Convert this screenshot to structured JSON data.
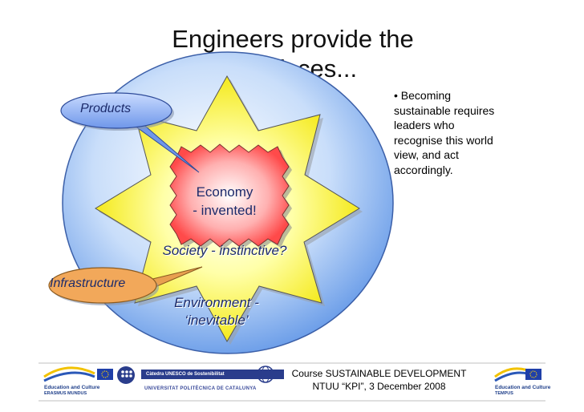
{
  "slide": {
    "title": "Engineers provide the interfaces...",
    "bullet": "• Becoming sustainable requires leaders who recognise this world view, and act accordingly.",
    "diagram": {
      "economy_line1": "Economy",
      "economy_line2": "- invented!",
      "society": "Society - instinctive?",
      "environment_line1": "Environment -",
      "environment_line2": "‘inevitable’",
      "products": "Products",
      "infrastructure": "Infrastructure"
    }
  },
  "footer": {
    "course_line1": "Course SUSTAINABLE DEVELOPMENT",
    "course_line2": "NTUU “KPI”, 3 December 2008",
    "unesco_chair": "Càtedra UNESCO de Sostenibilitat",
    "upc_name": "UNIVERSITAT POLITÈCNICA DE CATALUNYA",
    "left_logo_line1": "Education and Culture",
    "left_logo_line2": "ERASMUS MUNDUS",
    "right_logo_line1": "Education and Culture",
    "right_logo_line2": "TEMPUS"
  },
  "colors": {
    "environment_circle": "#8ab6f0",
    "society_star": "#ffff66",
    "economy_burst": "#ff6a6a",
    "callout": "#86aaf0",
    "label_text": "#1c2b6b"
  },
  "icons": [
    "eu-flag-icon",
    "upc-logo-icon",
    "globe-icon",
    "education-swoosh-icon"
  ]
}
